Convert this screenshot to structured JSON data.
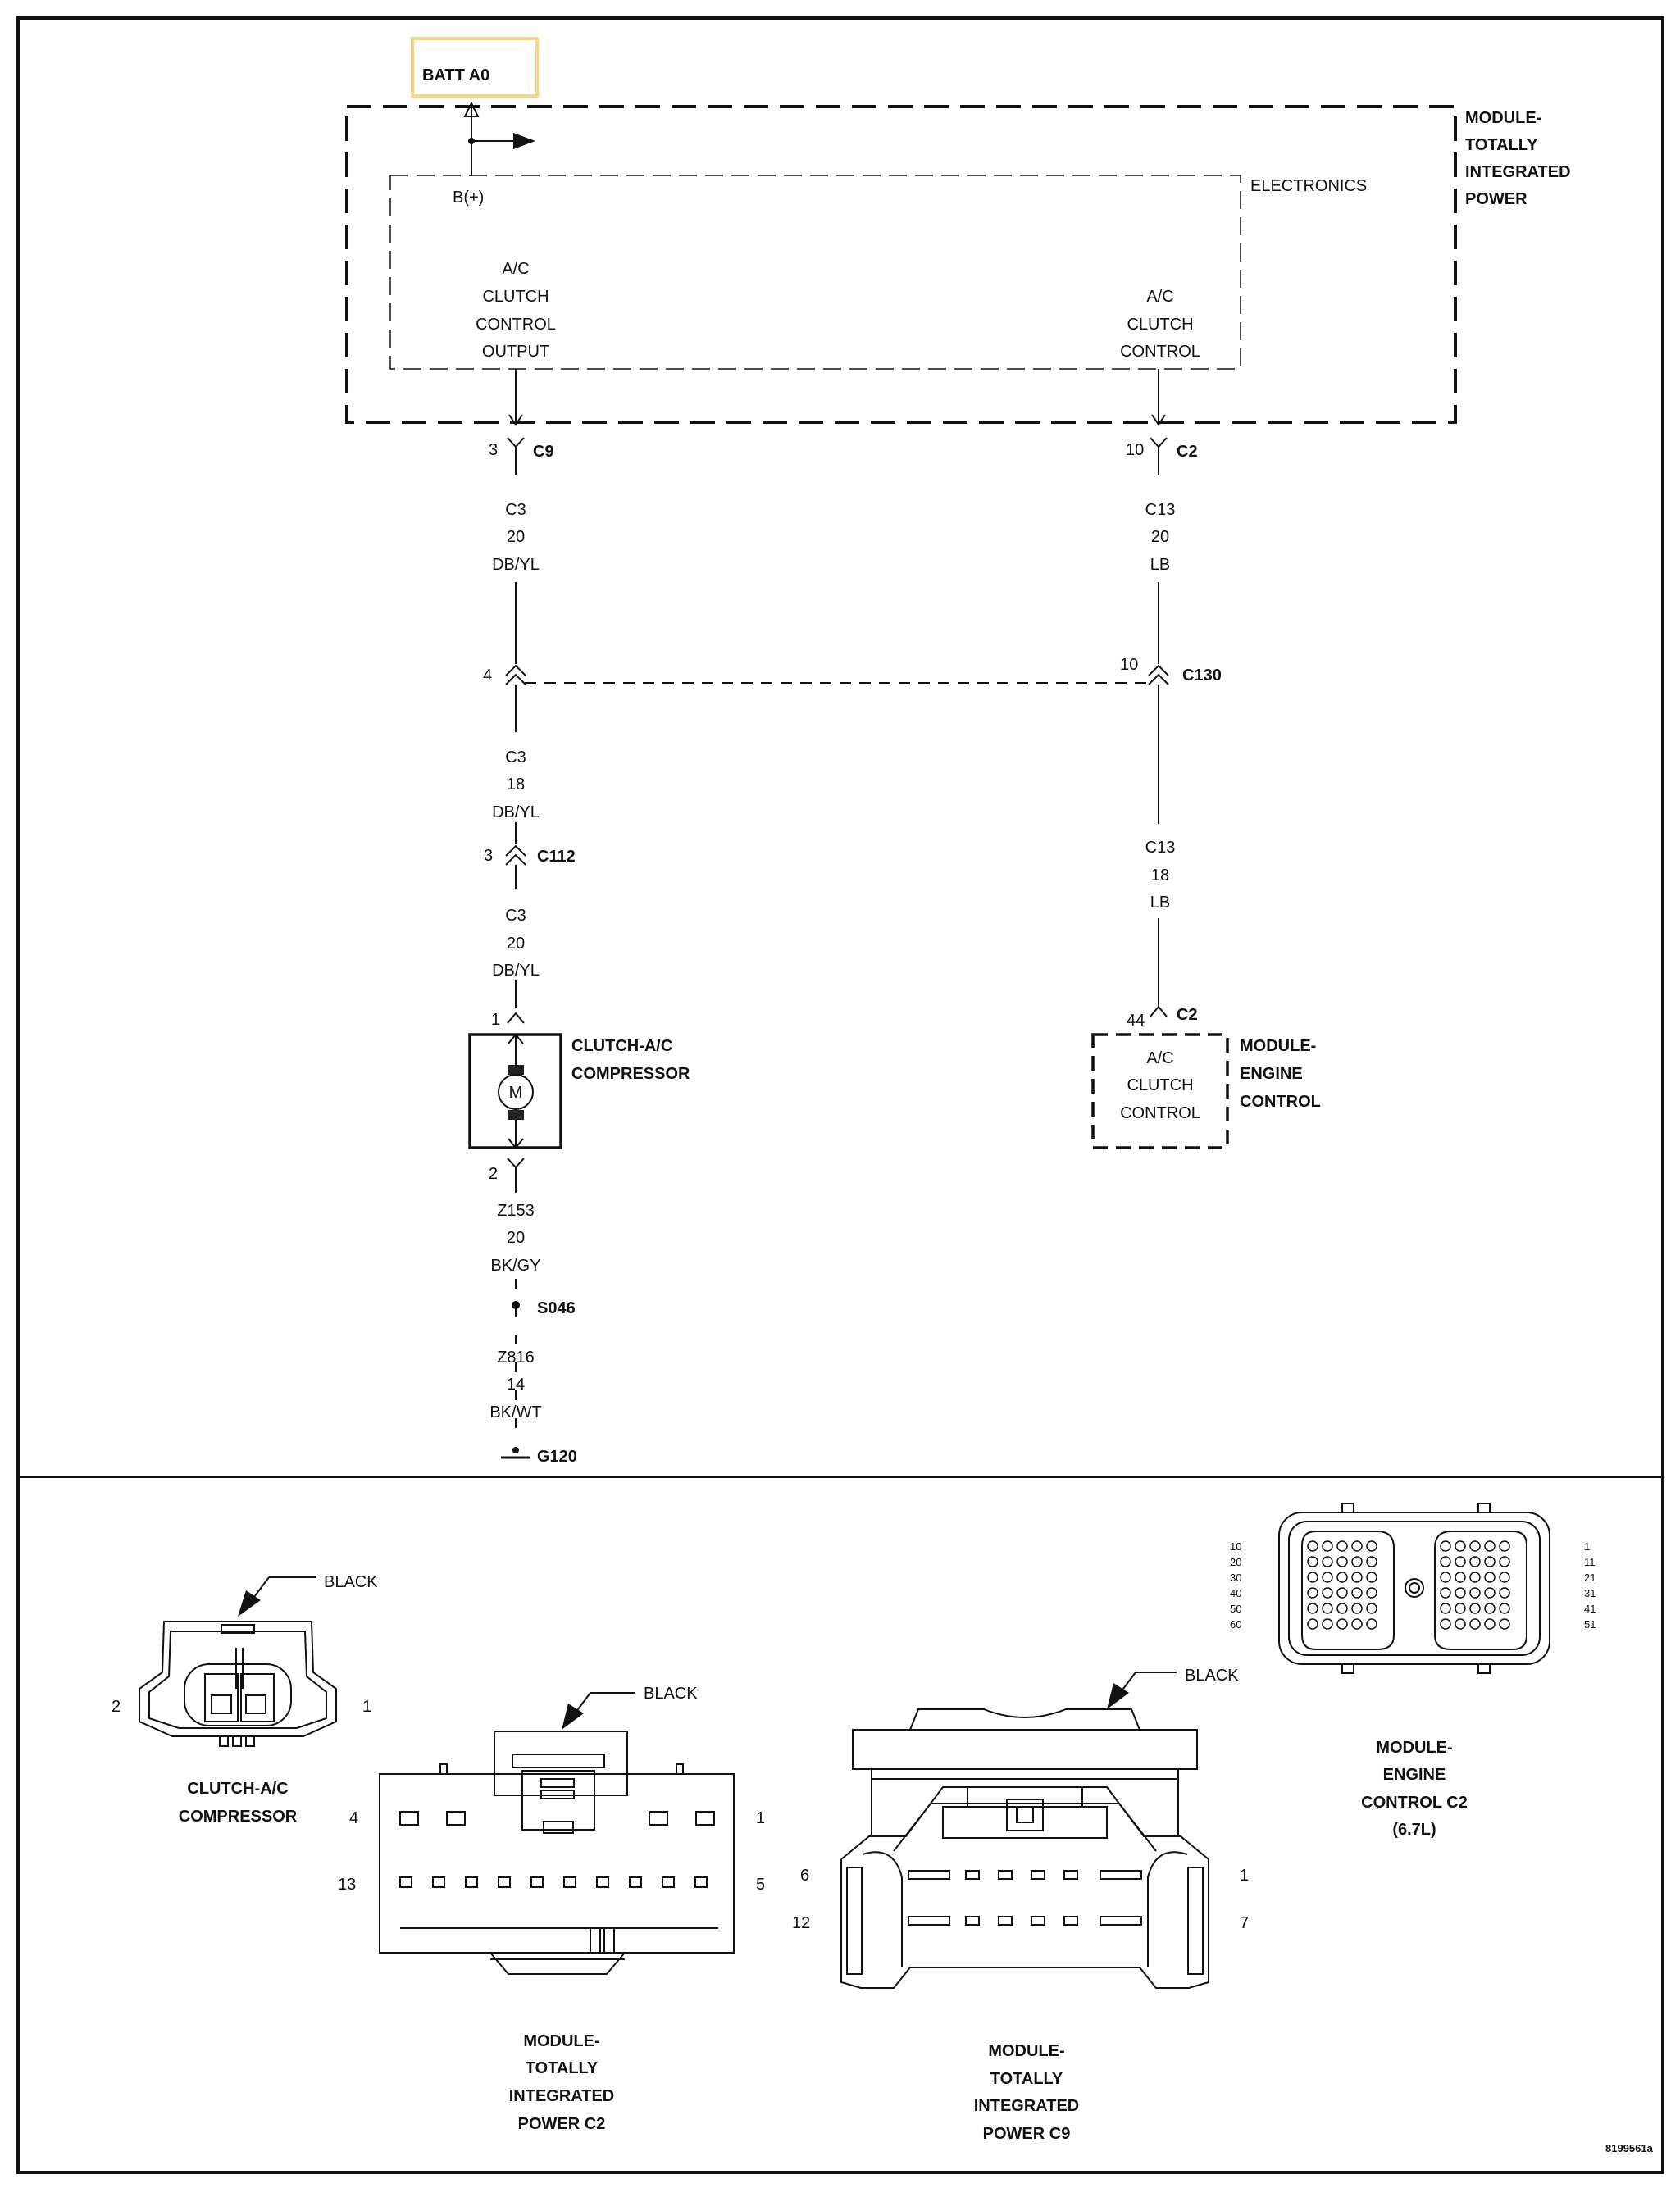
{
  "batt_label": "BATT A0",
  "tipm": {
    "name_lines": [
      "MODULE-",
      "TOTALLY",
      "INTEGRATED",
      "POWER"
    ],
    "electronics": "ELECTRONICS",
    "bplus": "B(+)",
    "out_lines": [
      "A/C",
      "CLUTCH",
      "CONTROL",
      "OUTPUT"
    ],
    "ctrl_lines": [
      "A/C",
      "CLUTCH",
      "CONTROL"
    ]
  },
  "left_circuit": {
    "c9": {
      "pin": "3",
      "name": "C9"
    },
    "wire1": [
      "C3",
      "20",
      "DB/YL"
    ],
    "c130_pin": "4",
    "wire2": [
      "C3",
      "18",
      "DB/YL"
    ],
    "c112": {
      "pin": "3",
      "name": "C112"
    },
    "wire3": [
      "C3",
      "20",
      "DB/YL"
    ],
    "comp_pin1": "1",
    "comp_pin2": "2",
    "motor_letter": "M",
    "comp_name": [
      "CLUTCH-A/C",
      "COMPRESSOR"
    ],
    "wire4": [
      "Z153",
      "20",
      "BK/GY"
    ],
    "splice": "S046",
    "wire5": [
      "Z816",
      "14",
      "BK/WT"
    ],
    "ground": "G120"
  },
  "right_circuit": {
    "c2_tipm": {
      "pin": "10",
      "name": "C2"
    },
    "wire1": [
      "C13",
      "20",
      "LB"
    ],
    "c130": {
      "pin": "10",
      "name": "C130"
    },
    "wire2": [
      "C13",
      "18",
      "LB"
    ],
    "ecm_c2": {
      "pin": "44",
      "name": "C2"
    },
    "ecm_box": [
      "A/C",
      "CLUTCH",
      "CONTROL"
    ],
    "ecm_name": [
      "MODULE-",
      "ENGINE",
      "CONTROL"
    ]
  },
  "connectors": {
    "compressor": {
      "color": "BLACK",
      "pin_left": "2",
      "pin_right": "1",
      "name": [
        "CLUTCH-A/C",
        "COMPRESSOR"
      ]
    },
    "tipm_c2": {
      "color": "BLACK",
      "pins": [
        "4",
        "1",
        "13",
        "5"
      ],
      "name": [
        "MODULE-",
        "TOTALLY",
        "INTEGRATED",
        "POWER C2"
      ]
    },
    "tipm_c9": {
      "color": "BLACK",
      "pins": [
        "6",
        "1",
        "12",
        "7"
      ],
      "name": [
        "MODULE-",
        "TOTALLY",
        "INTEGRATED",
        "POWER C9"
      ]
    },
    "ecm_c2": {
      "left_pins": [
        "10",
        "20",
        "30",
        "40",
        "50",
        "60"
      ],
      "right_pins": [
        "1",
        "11",
        "21",
        "31",
        "41",
        "51"
      ],
      "name": [
        "MODULE-",
        "ENGINE",
        "CONTROL C2",
        "(6.7L)"
      ]
    }
  },
  "figure_id": "8199561a"
}
